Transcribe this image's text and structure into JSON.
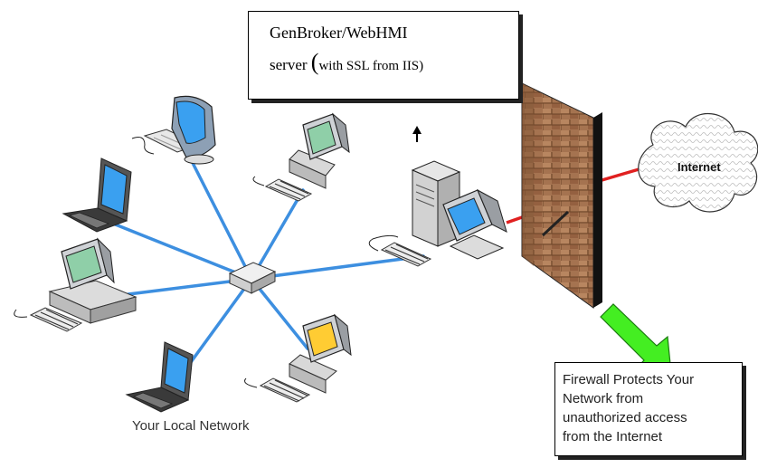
{
  "server_callout": {
    "line1": "GenBroker/WebHMI",
    "line2_prefix": "server ",
    "line2_open": "(",
    "line2_detail": "with SSL from IIS",
    "line2_close": ")"
  },
  "firewall_callout": {
    "lines": [
      "Firewall Protects Your",
      "Network from",
      "unauthorized access",
      "from the Internet"
    ]
  },
  "internet_label": "Internet",
  "network_label": "Your Local Network",
  "colors": {
    "lan_link": "#3d8fe0",
    "wan_link": "#e02020",
    "arrow": "#44ee22",
    "wall": "#a0704a",
    "screen": "#3aa0f0",
    "screen_green": "#8fcfa8",
    "screen_yellow": "#ffcc33"
  },
  "icons": [
    "hub-icon",
    "server-tower-icon",
    "desktop-computer-icon",
    "laptop-icon",
    "imac-icon",
    "firewall-wall-icon",
    "internet-cloud-icon",
    "green-arrow-icon",
    "black-arrow-icon"
  ]
}
